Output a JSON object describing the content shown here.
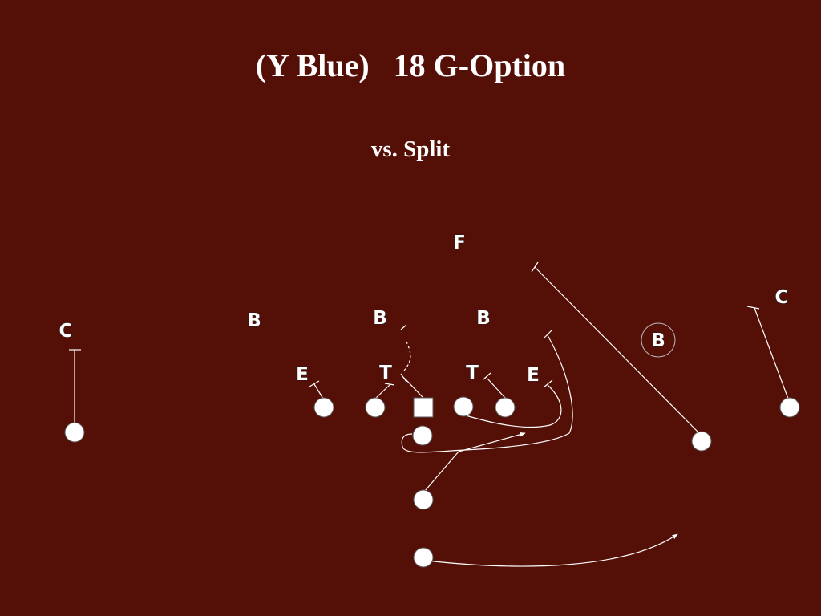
{
  "slide": {
    "title": "(Y Blue)   18 G-Option",
    "subtitle": "vs. Split"
  },
  "colors": {
    "background": "#540F07",
    "lines": "#FFFFFF",
    "players": "#FFFFFF"
  },
  "defense": {
    "free_safety": "F",
    "corner_left": "C",
    "corner_right": "C",
    "backer_outside_left": "B",
    "backer_inside_left": "B",
    "backer_inside_right": "B",
    "backer_circled": "B",
    "end_left": "E",
    "end_right": "E",
    "tackle_left": "T",
    "tackle_right": "T"
  }
}
